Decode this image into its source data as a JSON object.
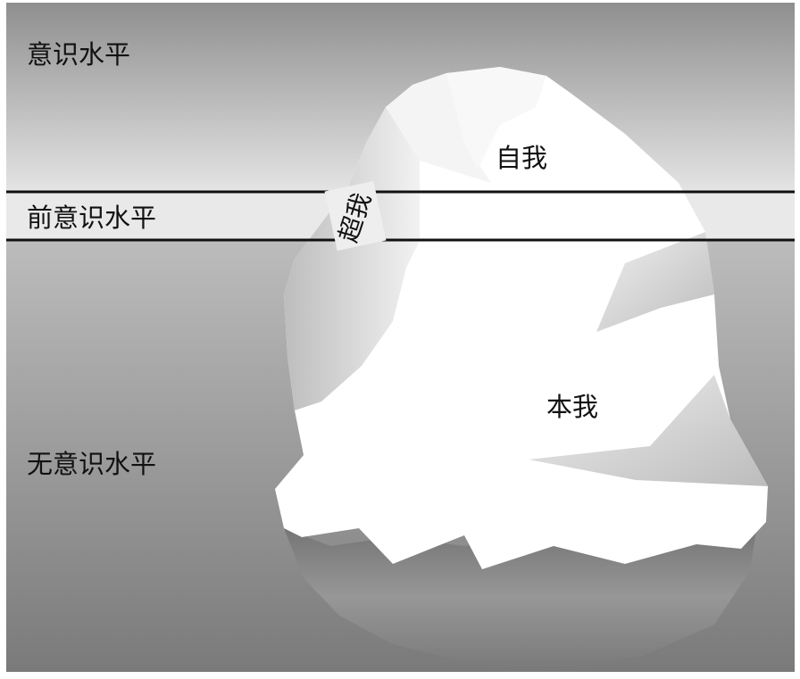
{
  "levels": {
    "conscious": "意识水平",
    "preconscious": "前意识水平",
    "unconscious": "无意识水平"
  },
  "parts": {
    "ego": "自我",
    "superego": "超我",
    "id": "本我"
  }
}
